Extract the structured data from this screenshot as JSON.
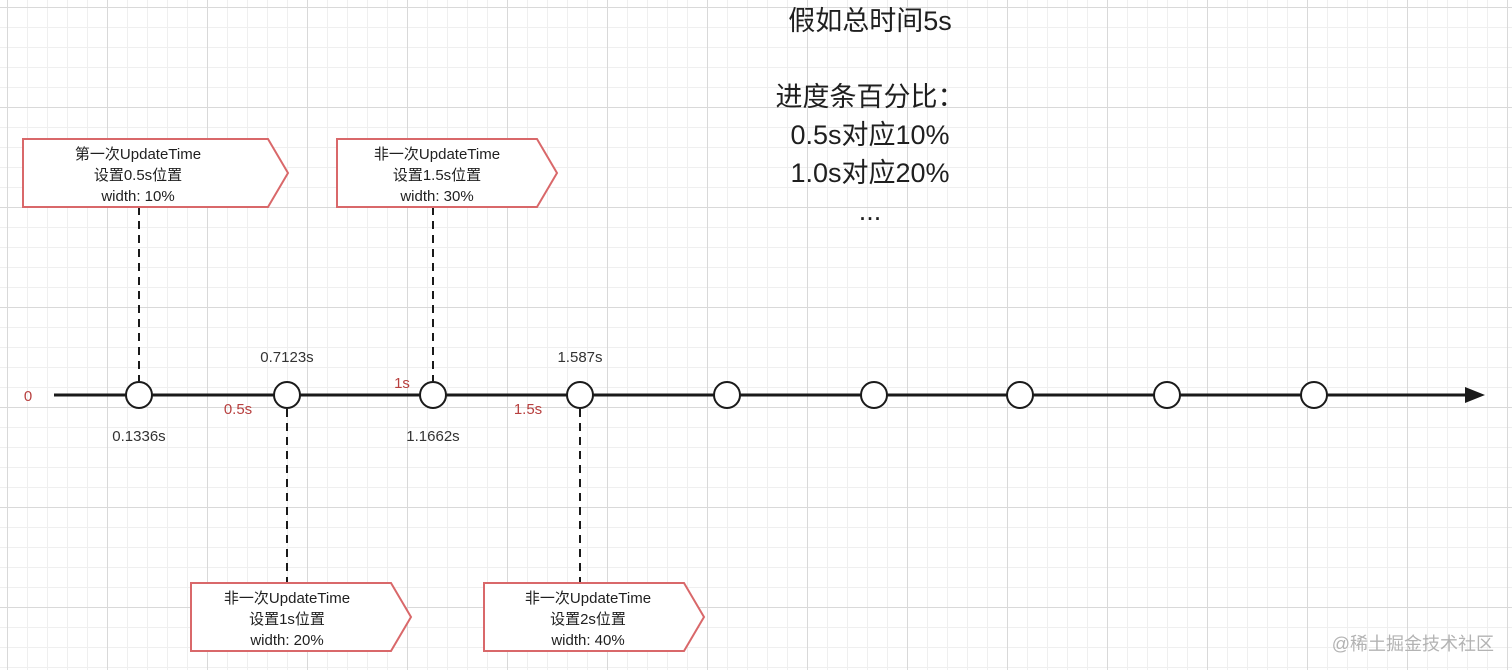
{
  "header": {
    "title": "假如总时间5s",
    "progress_heading": "进度条百分比：",
    "progress_lines": [
      "0.5s对应10%",
      "1.0s对应20%",
      "..."
    ]
  },
  "timeline": {
    "origin_label": "0",
    "nodes": [
      {
        "id": "n1",
        "time_label": "0.1336s",
        "label_side": "below"
      },
      {
        "id": "n2",
        "time_label": "0.7123s",
        "label_side": "above"
      },
      {
        "id": "n3",
        "time_label": "1.1662s",
        "label_side": "below"
      },
      {
        "id": "n4",
        "time_label": "1.587s",
        "label_side": "above"
      },
      {
        "id": "n5",
        "time_label": ""
      },
      {
        "id": "n6",
        "time_label": ""
      },
      {
        "id": "n7",
        "time_label": ""
      },
      {
        "id": "n8",
        "time_label": ""
      },
      {
        "id": "n9",
        "time_label": ""
      }
    ],
    "marks": [
      "0.5s",
      "1s",
      "1.5s"
    ]
  },
  "callouts": [
    {
      "id": "c1",
      "node": "n1",
      "position": "above",
      "lines": [
        "第一次UpdateTime",
        "设置0.5s位置",
        "width: 10%"
      ]
    },
    {
      "id": "c2",
      "node": "n3",
      "position": "above",
      "lines": [
        "非一次UpdateTime",
        "设置1.5s位置",
        "width: 30%"
      ]
    },
    {
      "id": "c3",
      "node": "n2",
      "position": "below",
      "lines": [
        "非一次UpdateTime",
        "设置1s位置",
        "width: 20%"
      ]
    },
    {
      "id": "c4",
      "node": "n4",
      "position": "below",
      "lines": [
        "非一次UpdateTime",
        "设置2s位置",
        "width: 40%"
      ]
    }
  ],
  "colors": {
    "axis": "#1a1a1a",
    "callout_border": "#d9686a",
    "mark_text": "#b8403f",
    "label_text": "#333333",
    "grid": "#d9d9d9"
  },
  "watermark": "@稀土掘金技术社区"
}
